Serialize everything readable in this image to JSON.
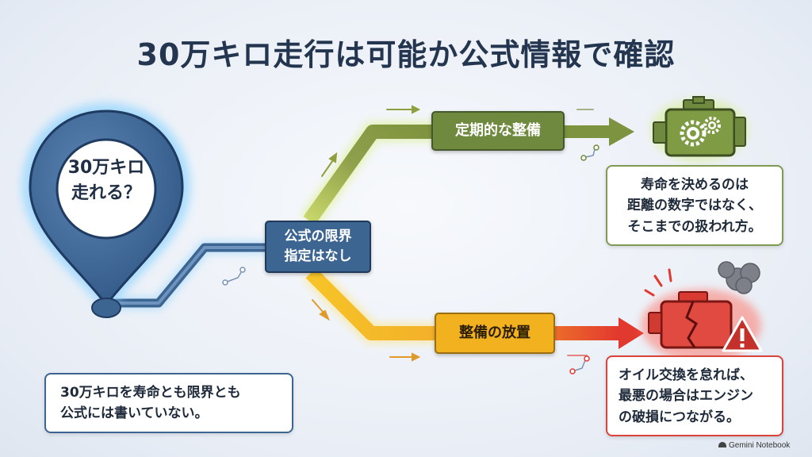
{
  "title": "30万キロ走行は可能か公式情報で確認",
  "pin": {
    "line1": "30万キロ",
    "line2": "走れる？",
    "color": "#3d6591"
  },
  "center_node": {
    "line1": "公式の限界",
    "line2": "指定はなし"
  },
  "upper_branch": {
    "label": "定期的な整備",
    "icon": "engine-gears-icon",
    "note_lines": [
      "寿命を決めるのは",
      "距離の数字ではなく、",
      "そこまでの扱われ方。"
    ],
    "color": "#6f8a3e"
  },
  "lower_branch": {
    "label": "整備の放置",
    "icon": "broken-engine-warning-icon",
    "note_lines": [
      "オイル交換を怠れば、",
      "最悪の場合はエンジン",
      "の破損につながる。"
    ],
    "color": "#e2392f"
  },
  "bottom_note": {
    "lines": [
      "30万キロを寿命とも限界とも",
      "公式には書いていない。"
    ]
  },
  "brand": "Gemini Notebook"
}
